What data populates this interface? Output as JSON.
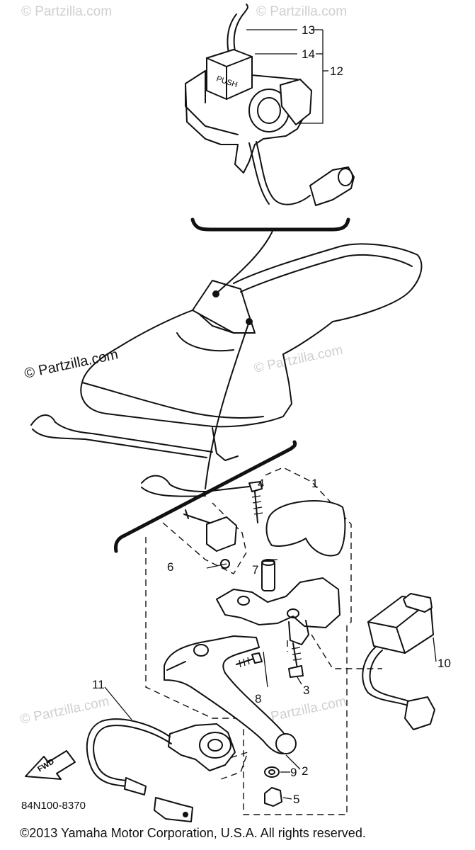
{
  "watermarks": {
    "brand": "© Partzilla.com"
  },
  "callouts": {
    "c1": "1",
    "c2": "2",
    "c3": "3",
    "c4": "4",
    "c5": "5",
    "c6": "6",
    "c7": "7",
    "c8": "8",
    "c9": "9",
    "c10": "10",
    "c11": "11",
    "c12": "12",
    "c13": "13",
    "c14": "14"
  },
  "labels": {
    "fwd_arrow": "FWD",
    "switch_text": "PUSH",
    "diagram_number": "84N100-8370"
  },
  "footer": {
    "copyright": "©2013 Yamaha Motor Corporation, U.S.A. All rights reserved."
  },
  "icons": {
    "fwd": "fwd-arrow-icon"
  }
}
